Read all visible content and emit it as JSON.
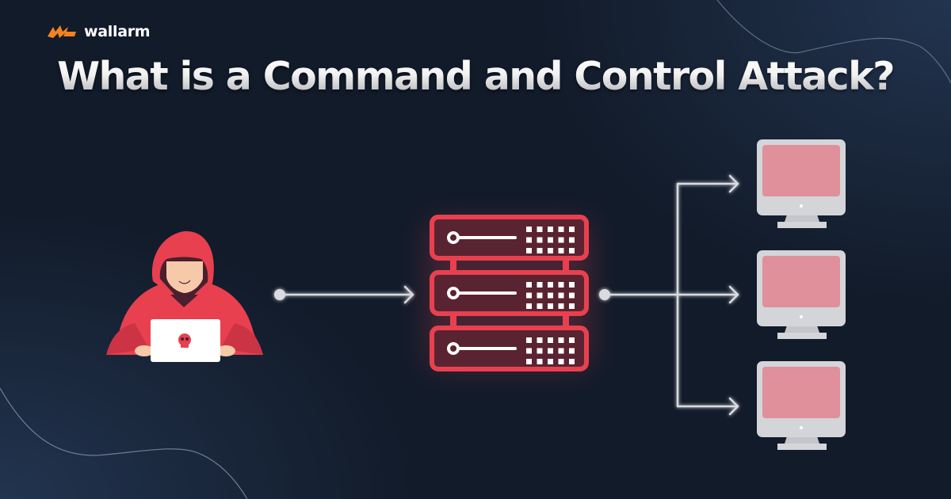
{
  "brand": {
    "name": "wallarm",
    "logo_icon": "wallarm-flame-logo",
    "logo_color": "#f5821f"
  },
  "title": "What is a Command and Control Attack?",
  "diagram": {
    "attacker": {
      "icon": "hooded-hacker-with-laptop",
      "hoodie_color": "#e8404f",
      "laptop_emblem": "skull-icon"
    },
    "server": {
      "icon": "server-rack-icon",
      "units": 3,
      "stroke_color": "#e8404f",
      "fill_color": "#5a2332"
    },
    "targets": {
      "icon": "computer-monitor-icon",
      "count": 3,
      "screen_color": "#e0909a",
      "body_color": "#d3d5d9"
    },
    "connector_color": "#d9dbe0"
  }
}
